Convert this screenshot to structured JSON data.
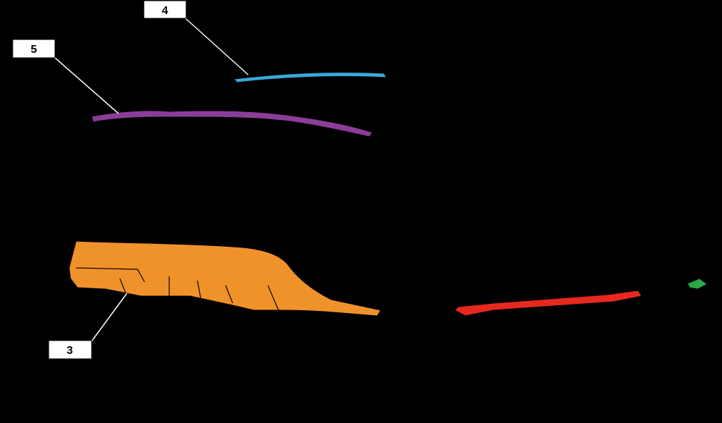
{
  "callouts": [
    {
      "id": "4",
      "label": "4"
    },
    {
      "id": "5",
      "label": "5"
    },
    {
      "id": "3",
      "label": "3"
    }
  ],
  "colors": {
    "background": "#000000",
    "car_body": "#ffffff",
    "outline": "#000000",
    "part_rear_diffuser": "#f0922a",
    "part_roof_spoiler": "#3aa7d9",
    "part_trunk_spoiler": "#8b3d9a",
    "part_side_skirt": "#e8281f",
    "part_front_lip": "#2aa84a",
    "leader_line": "#ffffff"
  }
}
